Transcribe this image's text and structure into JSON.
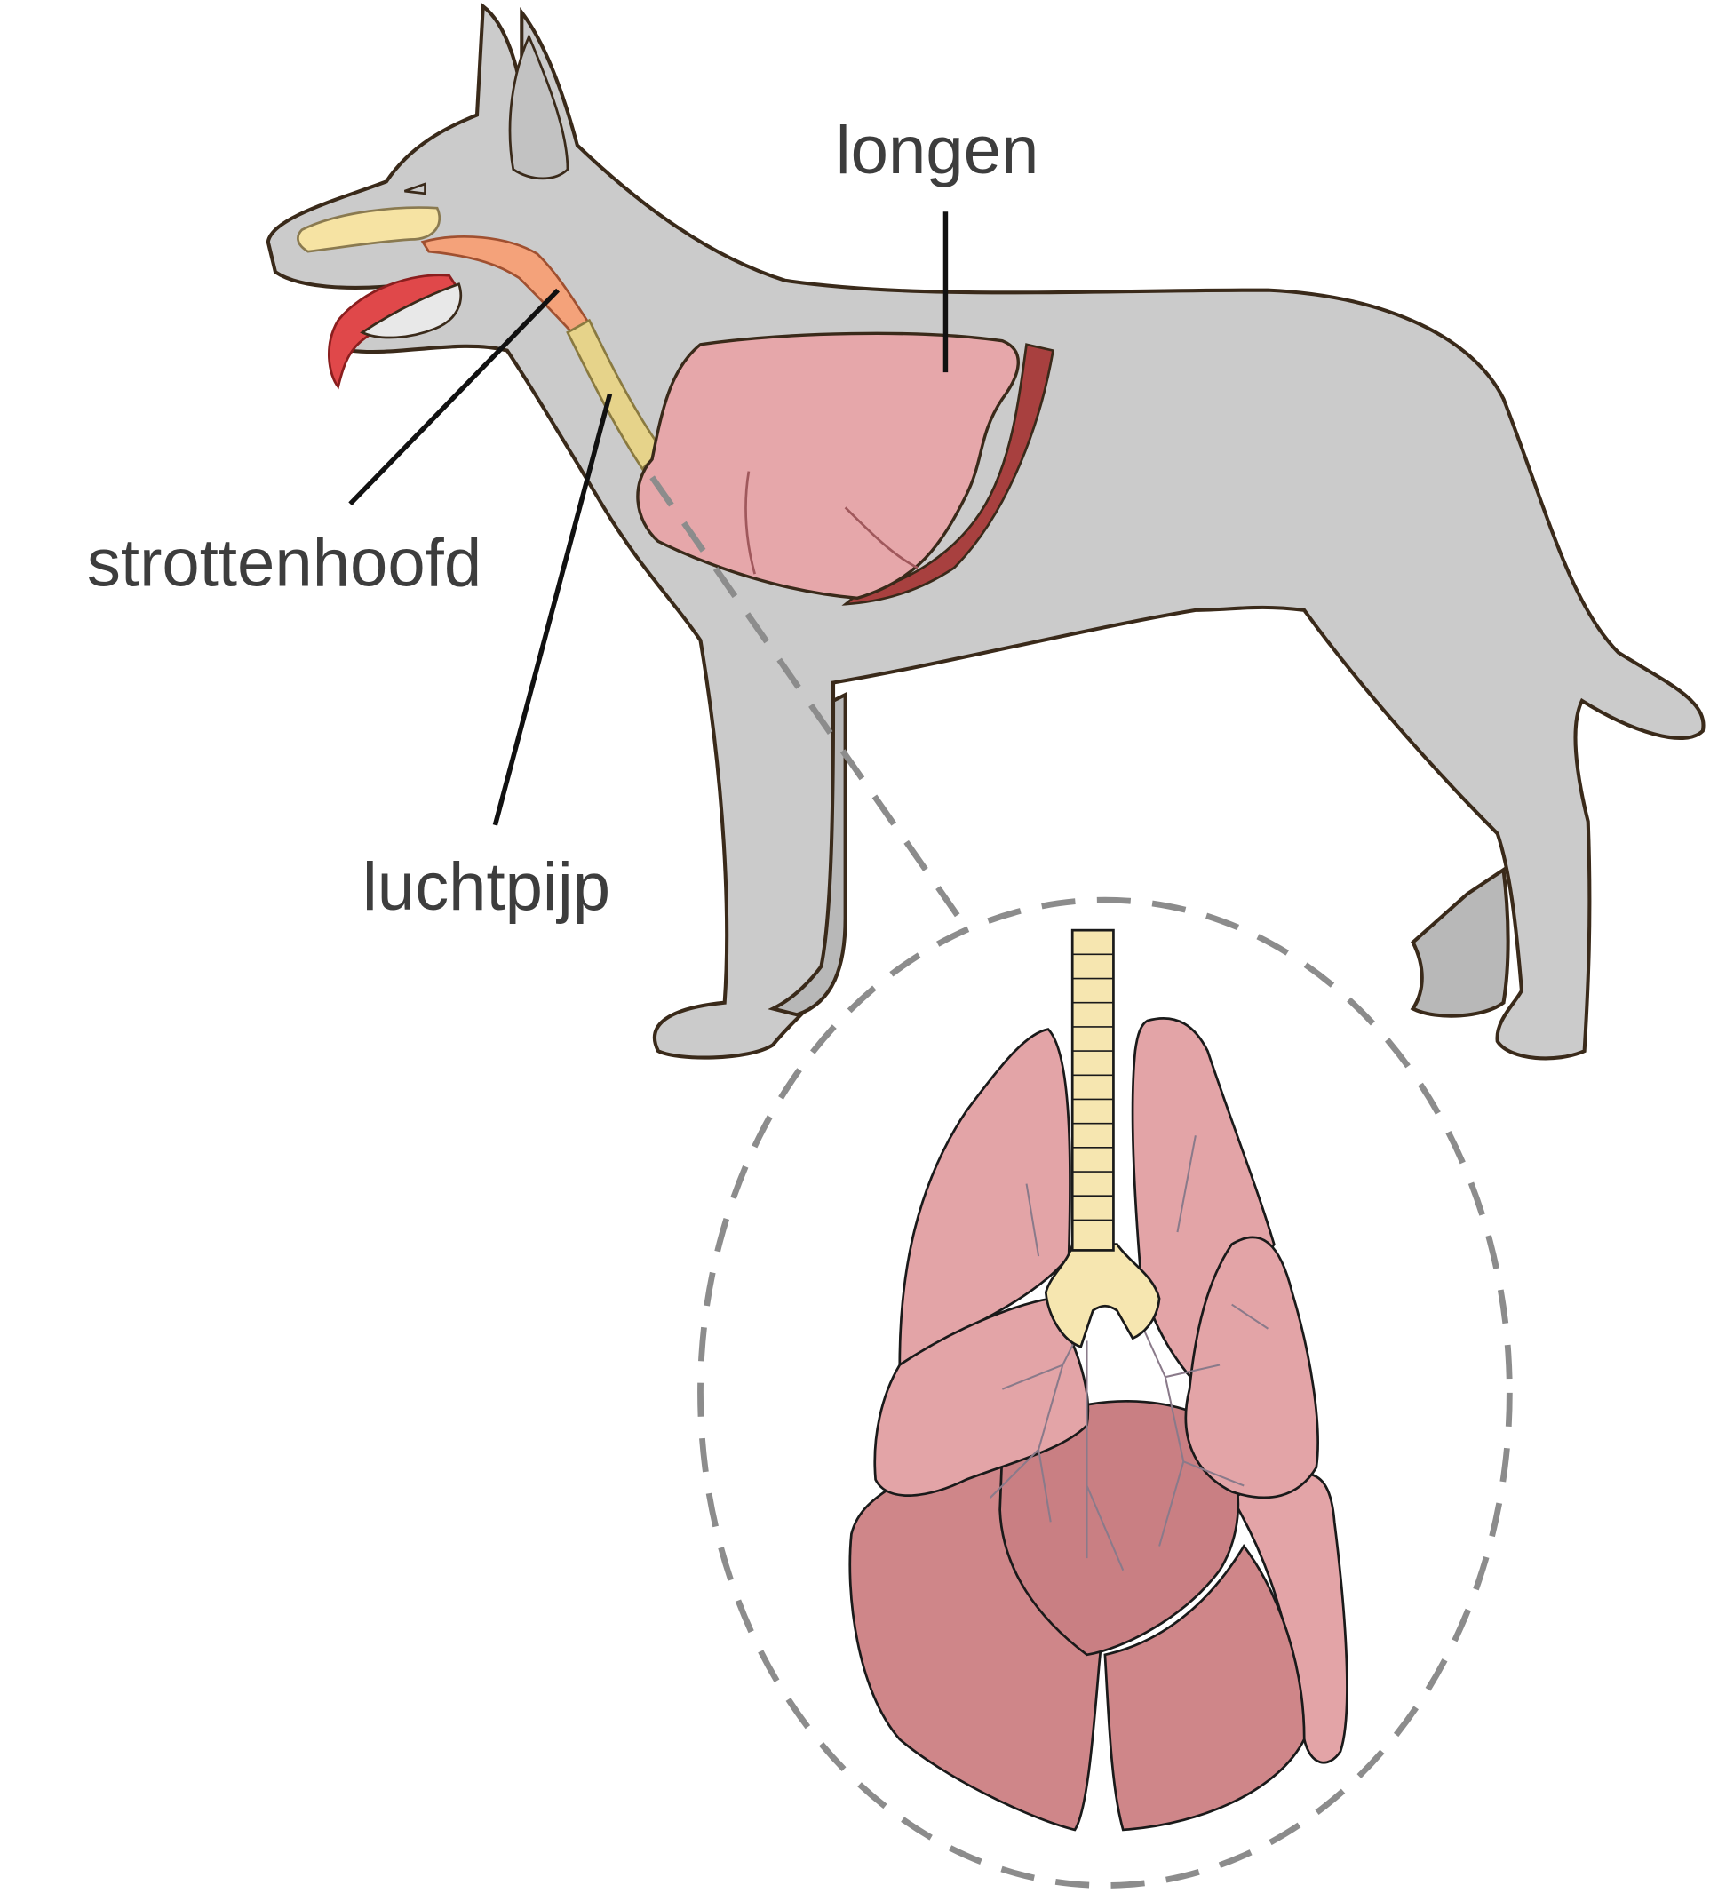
{
  "labels": {
    "lungs": "longen",
    "larynx": "strottenhoofd",
    "trachea": "luchtpijp"
  },
  "colors": {
    "dog_body": "#cbcbcb",
    "outline": "#3a2a1a",
    "lung": "#e6a7aa",
    "lung_dark": "#c97f83",
    "trachea": "#f6e6b0",
    "larynx": "#f4a27a",
    "tongue": "#e0484a",
    "dashed_circle": "#8c8c8c"
  }
}
